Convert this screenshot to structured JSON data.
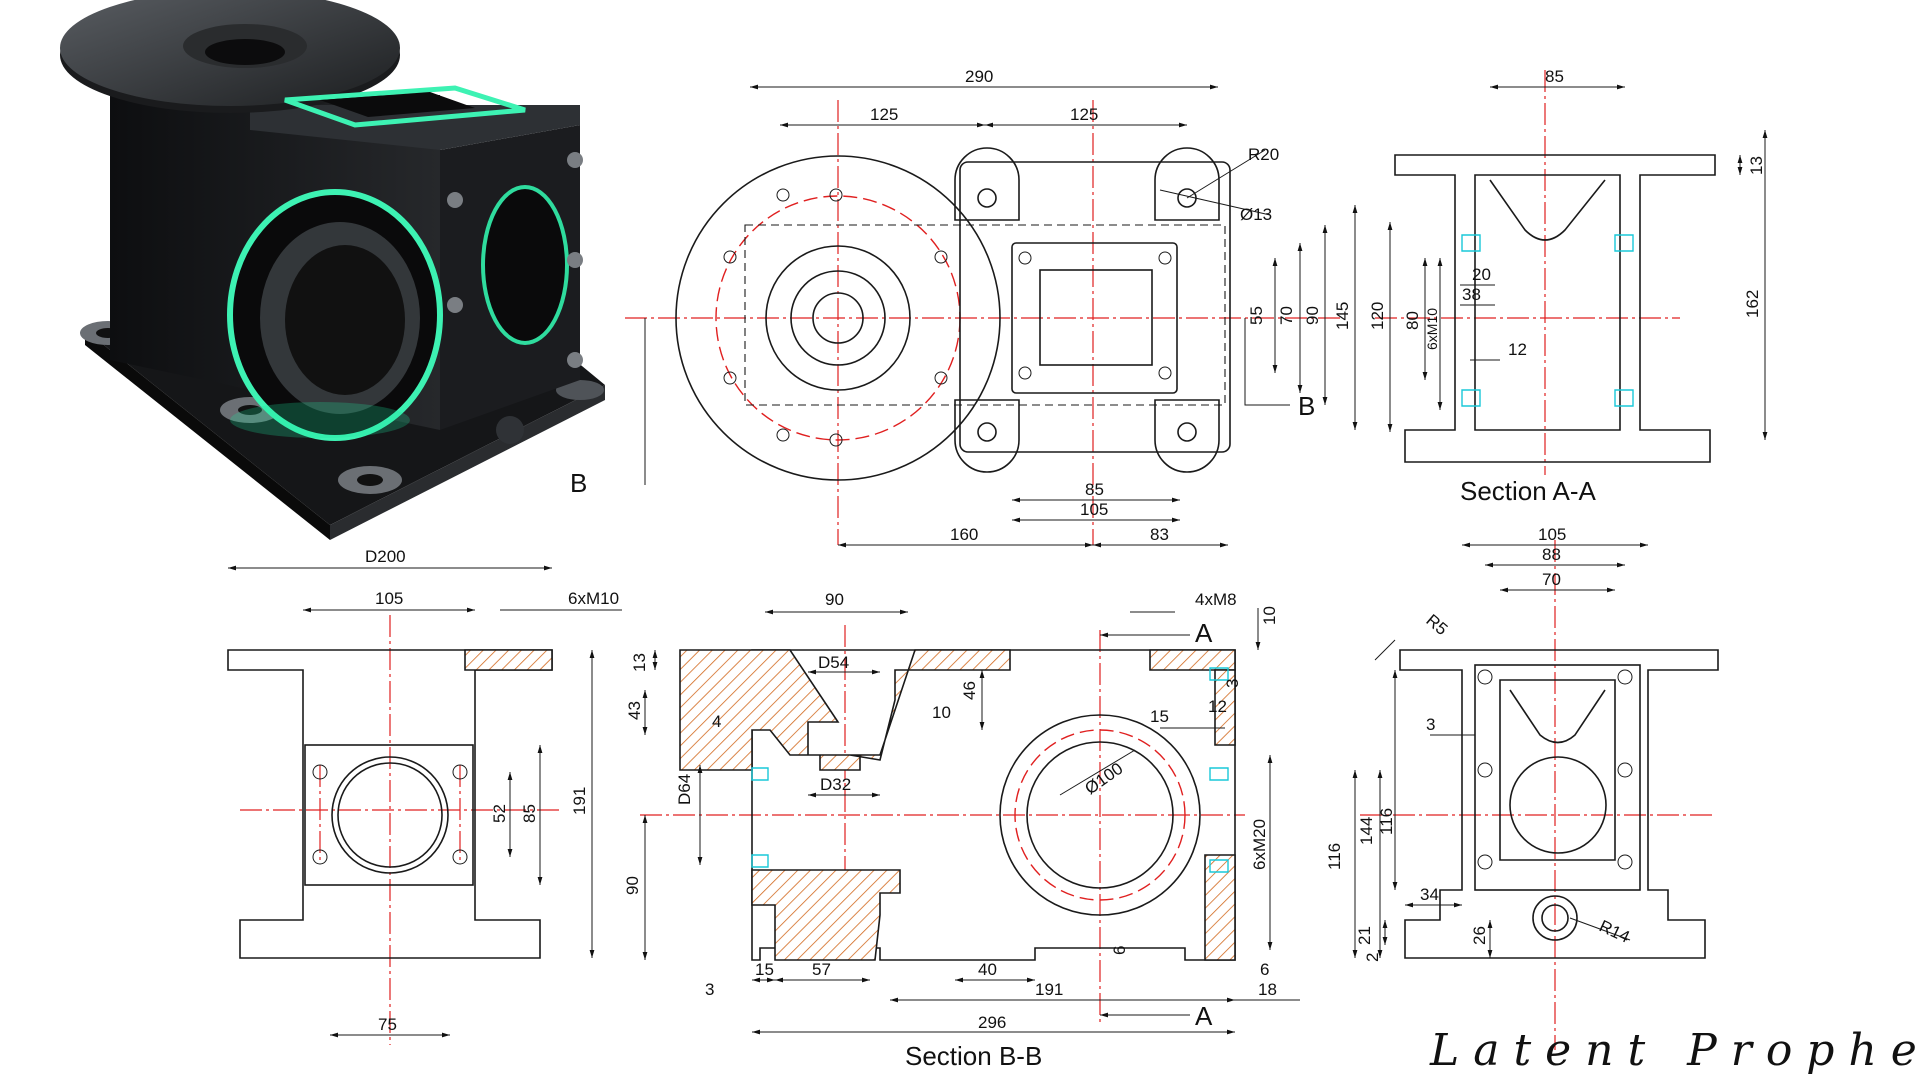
{
  "views": {
    "top": {
      "dims": [
        "290",
        "125",
        "125",
        "R20",
        "Ø13",
        "55",
        "70",
        "90",
        "145",
        "85",
        "105",
        "160",
        "83"
      ],
      "section_marker": "B"
    },
    "section_aa": {
      "title": "Section A-A",
      "dims": [
        "85",
        "13",
        "162",
        "120",
        "80",
        "6xM10",
        "20",
        "38",
        "12"
      ]
    },
    "side": {
      "dims": [
        "D200",
        "105",
        "6xM10",
        "52",
        "85",
        "191",
        "75"
      ]
    },
    "section_bb": {
      "title": "Section B-B",
      "section_marker": "A",
      "dims": [
        "90",
        "4xM8",
        "10",
        "13",
        "43",
        "4",
        "D54",
        "46",
        "10",
        "D64",
        "D32",
        "15",
        "12",
        "Ø100",
        "3",
        "6xM20",
        "90",
        "15",
        "57",
        "40",
        "191",
        "6",
        "6",
        "18",
        "3",
        "296"
      ]
    },
    "end": {
      "dims": [
        "105",
        "88",
        "70",
        "R5",
        "3",
        "144",
        "116",
        "116",
        "34",
        "21",
        "2",
        "26",
        "R14"
      ]
    }
  },
  "signature": "Latent Prophecy"
}
